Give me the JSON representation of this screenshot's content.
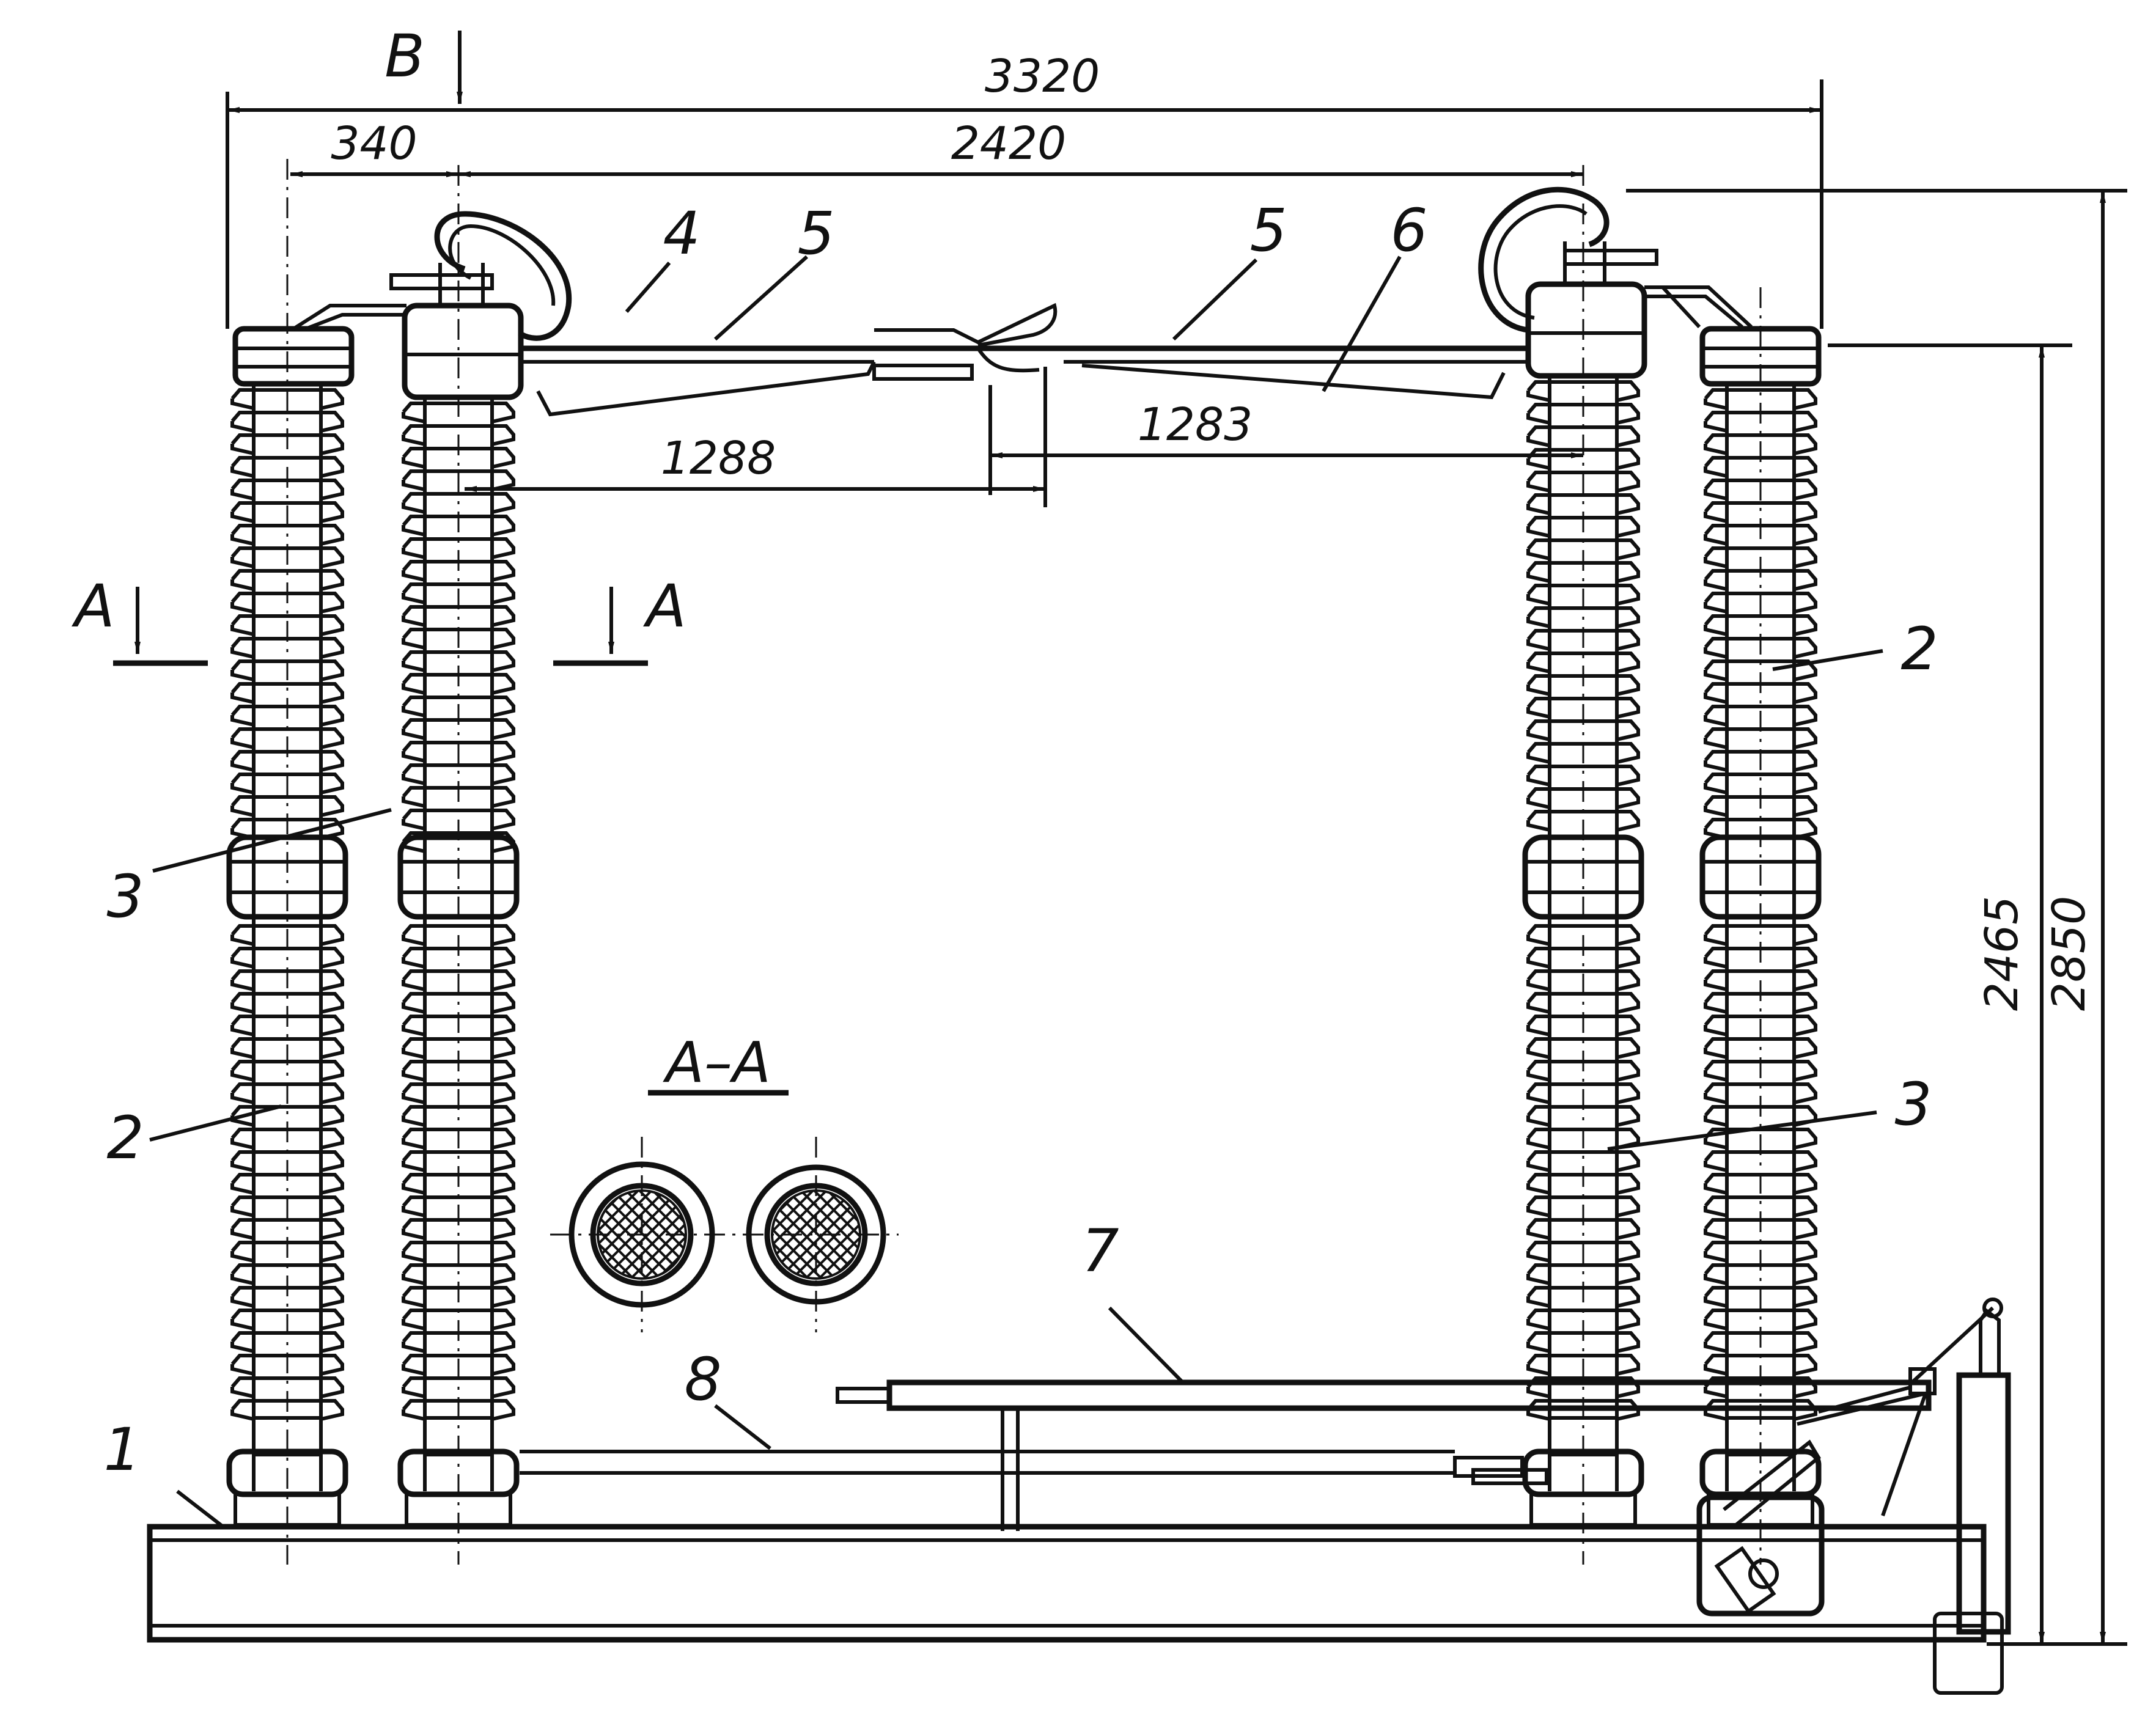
{
  "dimensions": {
    "overall_width": "3320",
    "left_offset": "340",
    "post_span": "2420",
    "blade_left": "1288",
    "blade_right": "1283",
    "height_contacts": "2465",
    "height_total": "2850"
  },
  "view_marks": {
    "view": "B",
    "section_left": "A",
    "section_right": "A",
    "section_title": "A–A"
  },
  "callouts": {
    "base": "1",
    "post_left": "2",
    "post_right": "2",
    "rot_left": "3",
    "rot_right": "3",
    "head": "4",
    "blade_left": "5",
    "blade_right": "5",
    "arcing": "6",
    "rod": "7",
    "link": "8"
  },
  "colors": {
    "ink": "#111111",
    "paper": "#ffffff"
  }
}
